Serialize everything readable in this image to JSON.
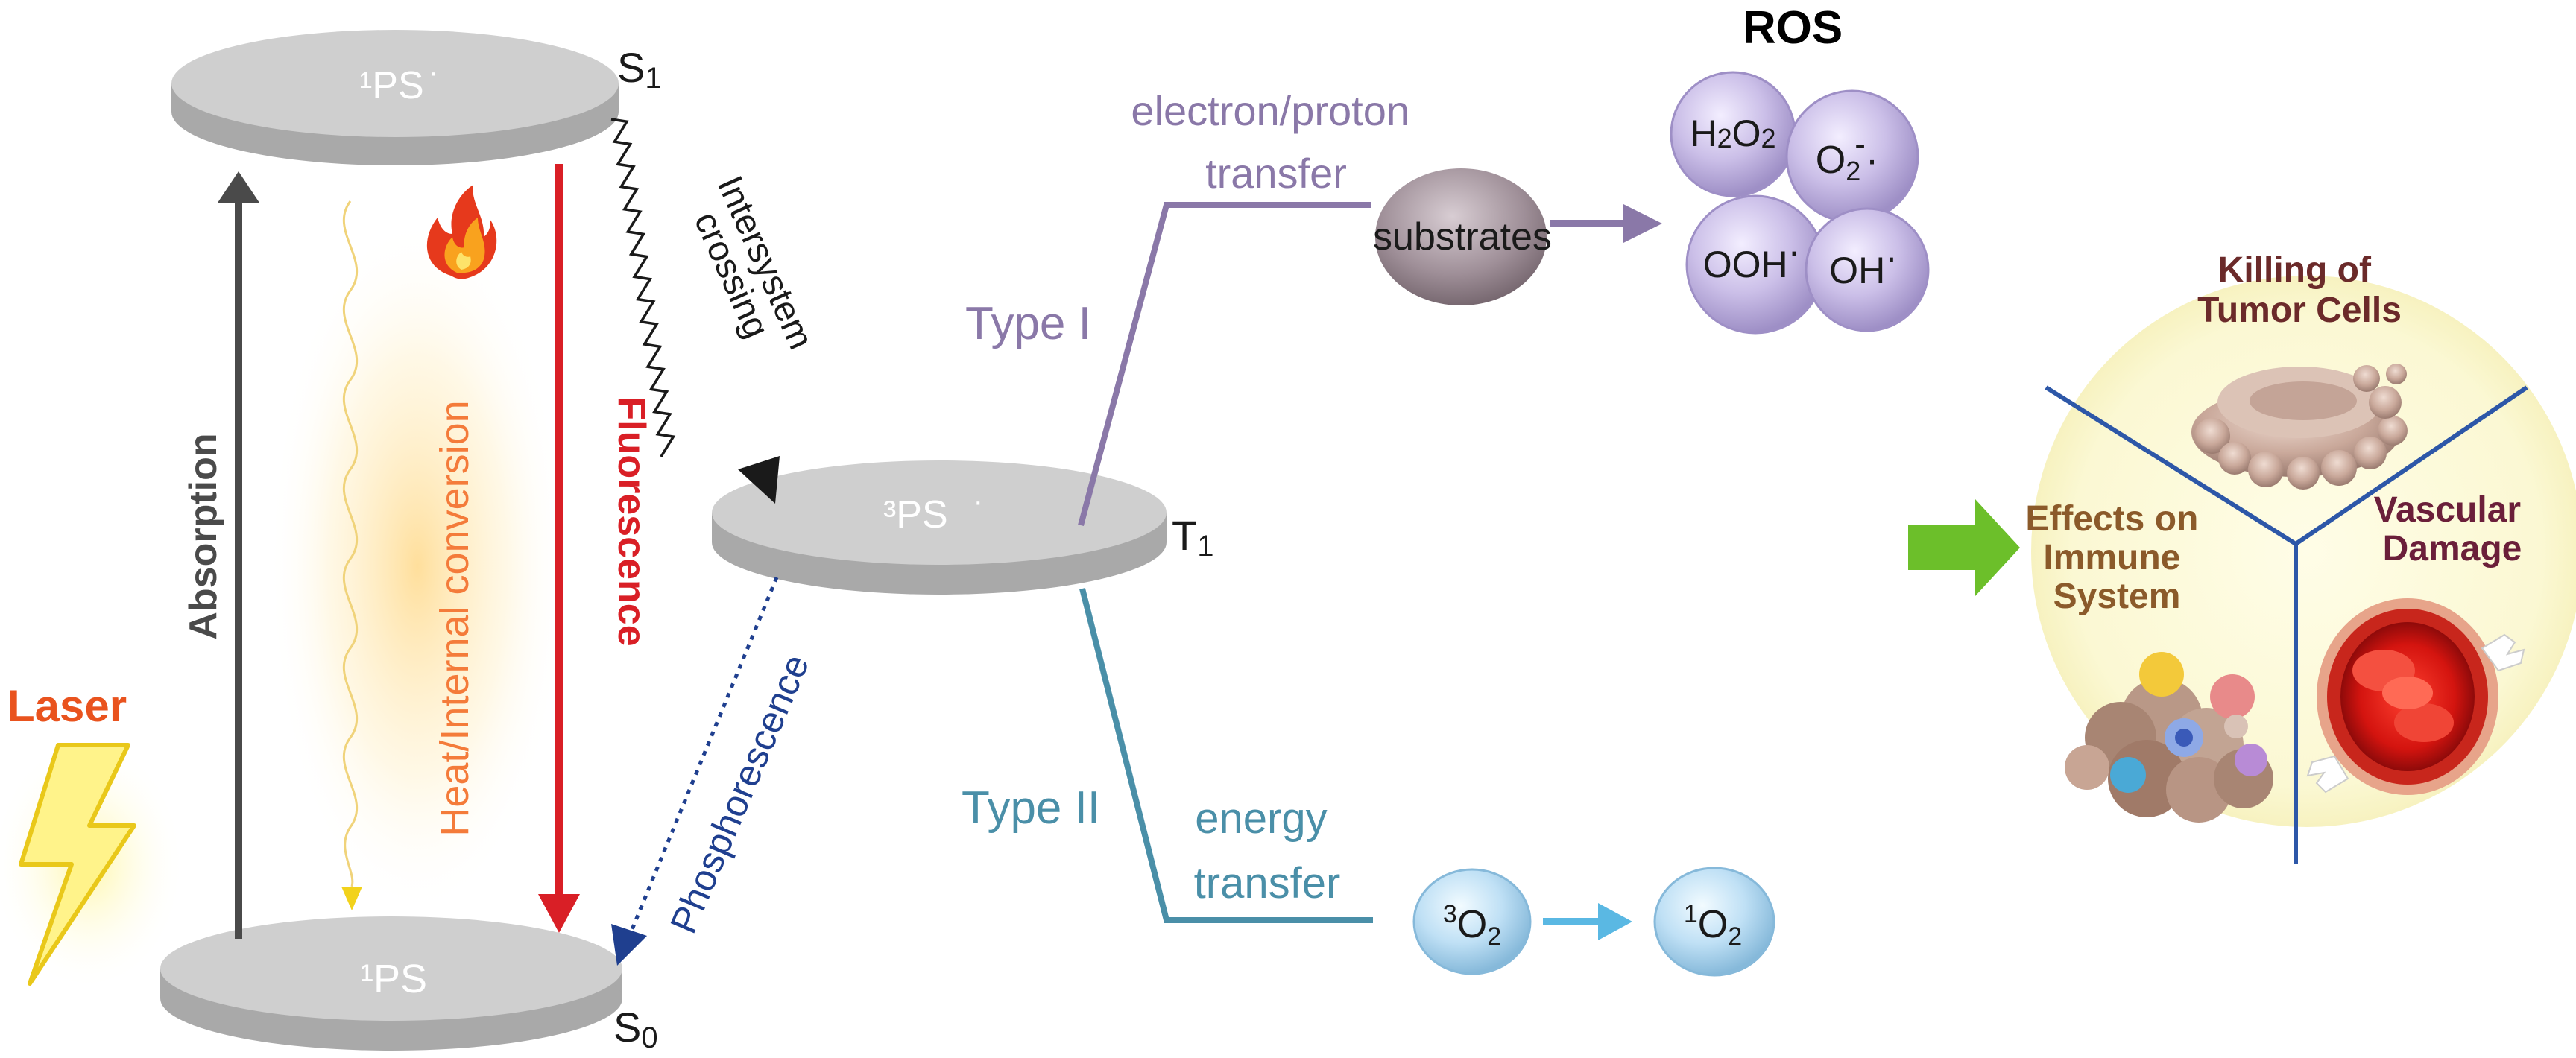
{
  "levels": {
    "s1": {
      "label": "¹PS",
      "dot": "·",
      "state": "S",
      "sub": "1"
    },
    "s0": {
      "label": "¹PS",
      "state": "S",
      "sub": "0"
    },
    "t1": {
      "label": "³PS",
      "dot": "·",
      "state": "T",
      "sub": "1"
    }
  },
  "processes": {
    "absorption": "Absorption",
    "heat": "Heat/Internal conversion",
    "fluorescence": "Fluorescence",
    "intersystem_line1": "Intersystem",
    "intersystem_line2": "crossing",
    "phosphorescence": "Phosphorescence",
    "laser": "Laser"
  },
  "type1": {
    "label": "Type I",
    "transfer_line1": "electron/proton",
    "transfer_line2": "transfer",
    "substrates": "substrates"
  },
  "type2": {
    "label": "Type II",
    "transfer_line1": "energy",
    "transfer_line2": "transfer",
    "o2_triplet_sup": "3",
    "o2_triplet_base": "O",
    "o2_triplet_sub": "2",
    "o2_singlet_sup": "1",
    "o2_singlet_base": "O",
    "o2_singlet_sub": "2"
  },
  "ros": {
    "title": "ROS",
    "h2o2_a": "H",
    "h2o2_b": "2",
    "h2o2_c": "O",
    "h2o2_d": "2",
    "superoxide_base": "O",
    "superoxide_sub": "2",
    "superoxide_sup": "-",
    "superoxide_dot": "·",
    "hydroperoxyl": "OOH",
    "hydroperoxyl_dot": "·",
    "hydroxyl": "OH",
    "hydroxyl_dot": "·"
  },
  "effects": {
    "killing_line1": "Killing of",
    "killing_line2": "Tumor Cells",
    "immune_line1": "Effects on",
    "immune_line2": "Immune",
    "immune_line3": "System",
    "vascular_line1": "Vascular",
    "vascular_line2": "Damage"
  },
  "colors": {
    "disc": "#c6c6c6",
    "disc_top": "#d4d4d4",
    "absorption": "#4a4a4a",
    "fluorescence": "#d91f26",
    "heat": "#f47b3a",
    "laser": "#e9531e",
    "intersystem": "#1a1a1a",
    "phosphorescence": "#1f3f8f",
    "type1": "#8a78a8",
    "type2": "#4a8fa8",
    "ros_bubble": "#cbbfe8",
    "o2_bubble": "#bfe0f5",
    "substrates": "#8c7d86",
    "effects_bg": "#fbf8d3",
    "effects_divider": "#2d57a8",
    "effects_green_arrow": "#6cbf2a",
    "killing_text": "#6b2a2a",
    "immune_text": "#8b5a2a",
    "vascular_text": "#6b1f3a"
  }
}
